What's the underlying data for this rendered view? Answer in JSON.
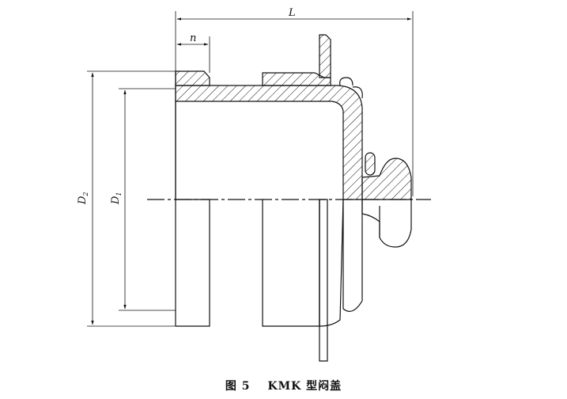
{
  "figure": {
    "caption_number": "图 5",
    "caption_title": "KMK 型闷盖"
  },
  "dimensions": {
    "overall_length": "L",
    "flange_width": "n",
    "outer_diameter": "D",
    "outer_diameter_sub": "2",
    "inner_diameter": "D",
    "inner_diameter_sub": "1"
  }
}
